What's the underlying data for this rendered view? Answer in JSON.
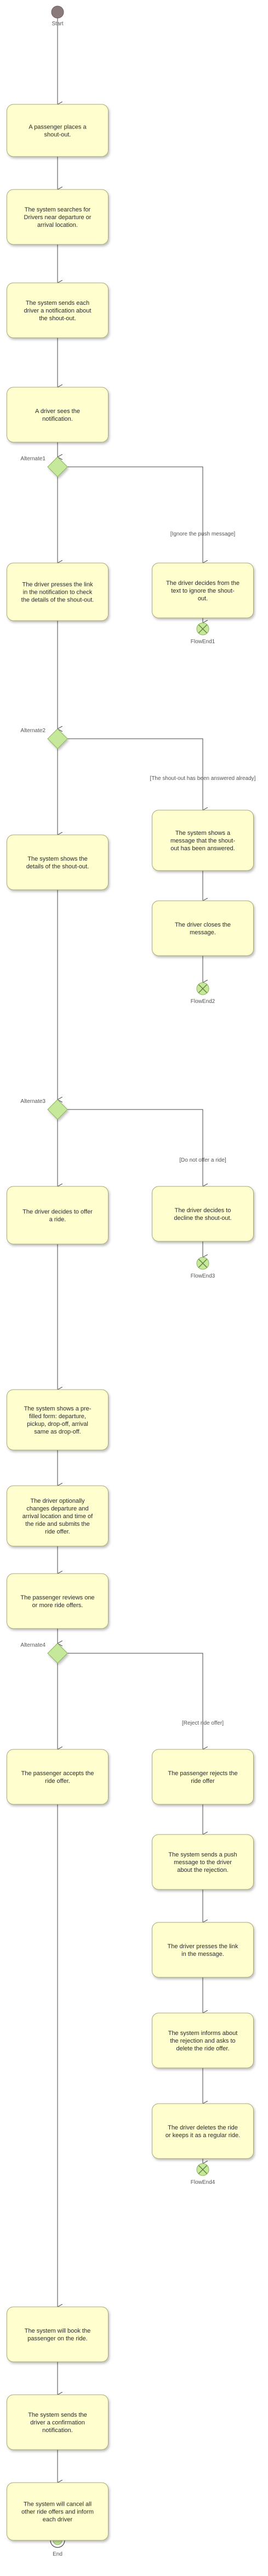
{
  "diagram": {
    "start_label": "Start",
    "end_label": "End",
    "colors": {
      "activity_fill": "#FEFECE",
      "activity_stroke": "#A8A878",
      "decision_fill": "#C6E89B",
      "decision_stroke": "#8DB35E",
      "start_fill": "#8A7A7C",
      "line": "#444444",
      "flowend_fill": "#C6E89B"
    },
    "activities": [
      {
        "id": "a1",
        "lines": [
          "A passenger places a",
          "shout-out."
        ]
      },
      {
        "id": "a2",
        "lines": [
          "The system searches for",
          "Drivers near departure or",
          "arrival location."
        ]
      },
      {
        "id": "a3",
        "lines": [
          "The system sends each",
          "driver a notification about",
          "the shout-out."
        ]
      },
      {
        "id": "a4",
        "lines": [
          "A driver sees the",
          "notification."
        ]
      },
      {
        "id": "a5",
        "lines": [
          "The driver presses the link",
          "in the notification to check",
          "the details of the shout-out."
        ]
      },
      {
        "id": "b1",
        "lines": [
          "The driver decides from the",
          "text to ignore the shout-",
          "out."
        ]
      },
      {
        "id": "a6",
        "lines": [
          "The system shows the",
          "details of the shout-out."
        ]
      },
      {
        "id": "c1",
        "lines": [
          "The system shows a",
          "message that the shout-",
          "out has been answered."
        ]
      },
      {
        "id": "c2",
        "lines": [
          "The driver closes the",
          "message."
        ]
      },
      {
        "id": "a7",
        "lines": [
          "The driver decides to offer",
          "a ride."
        ]
      },
      {
        "id": "d1",
        "lines": [
          "The driver decides to",
          "decline the shout-out."
        ]
      },
      {
        "id": "a8",
        "lines": [
          "The system shows a pre-",
          "filled form: departure,",
          "pickup, drop-off, arrival",
          "same as drop-off."
        ]
      },
      {
        "id": "a9",
        "lines": [
          "The driver optionally",
          "changes departure and",
          "arrival location and time of",
          "the ride and submits the",
          "ride offer."
        ]
      },
      {
        "id": "a10",
        "lines": [
          "The passenger reviews one",
          "or more ride offers."
        ]
      },
      {
        "id": "a11",
        "lines": [
          "The passenger accepts the",
          "ride offer."
        ]
      },
      {
        "id": "e1",
        "lines": [
          "The passenger rejects the",
          "ride offer"
        ]
      },
      {
        "id": "e2",
        "lines": [
          "The system sends a push",
          "message to the driver",
          "about the rejection."
        ]
      },
      {
        "id": "e3",
        "lines": [
          "The driver presses the link",
          "in the message."
        ]
      },
      {
        "id": "e4",
        "lines": [
          "The system informs about",
          "the rejection and asks to",
          "delete the ride offer."
        ]
      },
      {
        "id": "e5",
        "lines": [
          "The driver deletes the ride",
          "or keeps it as a regular ride."
        ]
      },
      {
        "id": "a12",
        "lines": [
          "The system will book the",
          "passenger on the ride."
        ]
      },
      {
        "id": "a13",
        "lines": [
          "The system sends the",
          "driver a confirmation",
          "notification."
        ]
      },
      {
        "id": "a14",
        "lines": [
          "The system will cancel all",
          "other ride offers and inform",
          "each driver"
        ]
      }
    ],
    "decisions": [
      {
        "id": "dec1",
        "label": "Alternate1",
        "guard": "[Ignore the push message]"
      },
      {
        "id": "dec2",
        "label": "Alternate2",
        "guard": "[The shout-out has been answered already]"
      },
      {
        "id": "dec3",
        "label": "Alternate3",
        "guard": "[Do not offer a ride]"
      },
      {
        "id": "dec4",
        "label": "Alternate4",
        "guard": "[Reject ride offer]"
      }
    ],
    "flow_ends": [
      {
        "id": "fe1",
        "label": "FlowEnd1"
      },
      {
        "id": "fe2",
        "label": "FlowEnd2"
      },
      {
        "id": "fe3",
        "label": "FlowEnd3"
      },
      {
        "id": "fe4",
        "label": "FlowEnd4"
      }
    ]
  }
}
